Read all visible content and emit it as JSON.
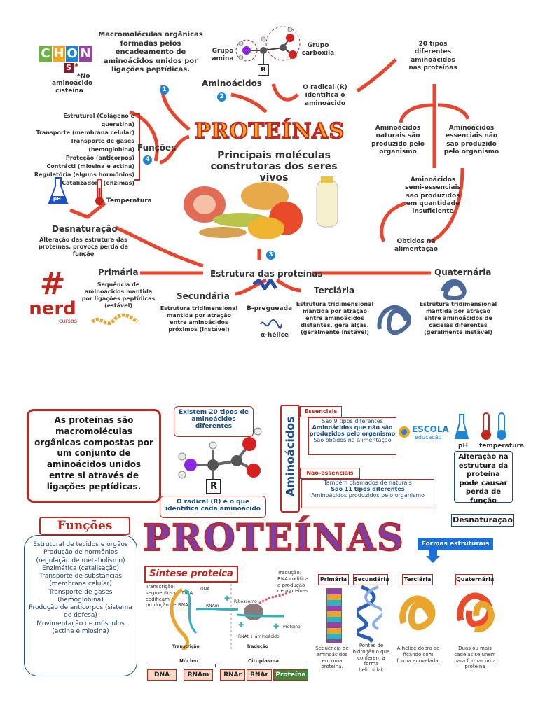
{
  "top": {
    "chon": [
      "C",
      "H",
      "O",
      "N"
    ],
    "chon_colors": [
      "#6ab33f",
      "#f2a51c",
      "#1b86d6",
      "#9a3fa8"
    ],
    "s_label": "S",
    "s_star": "*",
    "s_note_star": "*No",
    "s_note": "aminoácido cisteína",
    "macro_text": "Macromoléculas orgânicas formadas pelos encadeamento de aminoácidos unidos por ligações peptídicas.",
    "num1": "1",
    "grupo_amina": "Grupo amina",
    "grupo_carboxila": "Grupo carboxila",
    "r_label": "R",
    "aminoacidos": "Aminoácidos",
    "num2": "2",
    "radical_text": "O radical (R) identifica o aminoácido",
    "tipos20": "20 tipos diferentes aminoácidos nas proteínas",
    "naturais": "Aminoácidos naturais são produzido pelo organismo",
    "essenciais": "Aminoácidos essenciais não são produzido pelo organismo",
    "semi": "Aminoácidos semi-essenciais são produzidos em quantidade insuficiente",
    "obtidos": "Obtidos na alimentação",
    "funcoes_list": [
      "Estrutural (Colágeno e queratina)",
      "Transporte (membrana celular)",
      "Transporte de gases (hemoglobina)",
      "Proteção (anticorpos)",
      "Contrácti (miosina e actina)",
      "Regulatória (alguns hormônios)",
      "Catalizadora (enzimas)"
    ],
    "funcoes": "Funções",
    "num4": "4",
    "title": "PROTEÍNAS",
    "subtitle": "Principais moléculas construtoras dos seres vivos",
    "ph": "pH",
    "temperatura": "Temperatura",
    "desnaturacao": "Desnaturação",
    "desnaturacao_text": "Alteração das estrutura das proteínas, provoca perda da função",
    "num3": "3",
    "estrutura": "Estrutura das proteínas",
    "primaria": "Primária",
    "primaria_text": "Sequência de aminoácidos mantida por ligações peptídicas (estável)",
    "secundaria": "Secundária",
    "secundaria_text": "Estrutura tridimensional mantida por atração entre aminoácidos próximos (instável)",
    "beta": "B-pregueada",
    "alfa": "α-hélice",
    "terciaria": "Terciária",
    "terciaria_text": "Estrutura tridimensional mantida por atração entre aminoácidos distantes, gera alças. (geralmente instável)",
    "quaternaria": "Quaternária",
    "quaternaria_text": "Estrutura tridimensional mantida por atração entre aminoácidos de cadeias diferentes (geralmente instável)",
    "nerd_hash": "#",
    "nerd": "nerd",
    "cursos": "cursos"
  },
  "bottom": {
    "intro": "As proteínas são macromoléculas orgânicas compostas por um conjunto de aminoácidos unidos entre si através de ligações peptídicas.",
    "existem": "Existem 20 tipos de aminoácidos diferentes",
    "r_label": "R",
    "radical": "O radical (R) é o que identifica cada aminoácido",
    "aminoacidos_vertical": "Aminoácidos",
    "essenciais_tab": "Essenciais",
    "ess_line1": "São 9 tipos diferentes",
    "ess_line2": "Aminoácidos que não são produzidos pelo organismo",
    "ess_line3": "São obtidos na alimentação",
    "nao_ess_tab": "Não-essenciais",
    "nao_line1": "Também chamados de naturais",
    "nao_line2": "São 11 tipos diferentes",
    "nao_line3": "Aminoácidos produzidos pelo organismo",
    "escola": "ESCOLA",
    "educacao": "educação",
    "ph": "pH",
    "temperatura": "temperatura",
    "alteracao": "Alteração na estrutura da proteína pode causar perda de função",
    "desnaturacao": "Desnaturação",
    "funcoes": "Funções",
    "funcoes_list": [
      "Estrutural de tecidos e órgãos",
      "Produção de hormônios (regulação de metabolismo)",
      "Enzimática (catalisação)",
      "Transporte de substâncias (membrana celular)",
      "Transporte de gases (hemoglobina)",
      "Produção de anticorpos (sistema de defesa)",
      "Movimentação de músculos (actina e miosina)"
    ],
    "title": "PROTEÍNAS",
    "formas": "Formas estruturais",
    "sintese": "Síntese proteica",
    "transcricao_note": "Transcrição: segmentos de DNA codificam a produção de RNA.",
    "traducao_note": "Tradução: RNA codifica a produção de proteínas",
    "dna_small": "DNA",
    "rnam_small": "RNAm",
    "ribossomo": "Ribossomo",
    "rnat": "RNAt + aminoácido",
    "proteina_small": "Proteína",
    "transcricao": "Transcrição",
    "traducao": "Tradução",
    "nucleo": "Núcleo",
    "citoplasma": "Citoplasma",
    "flow": [
      "DNA",
      "RNAm",
      "RNAr",
      "RNAr",
      "Proteína"
    ],
    "struct_tabs": [
      "Primária",
      "Secundária",
      "Terciária",
      "Quaternária"
    ],
    "struct_texts": [
      "Sequência de aminoácidos em uma proteína.",
      "Pontes de hidrogênio que conferem a forma helicoidal.",
      "A hélice dobra-se ficando com forma enovelada.",
      "Duas ou mais cadeias se unem para formar uma proteína"
    ]
  }
}
